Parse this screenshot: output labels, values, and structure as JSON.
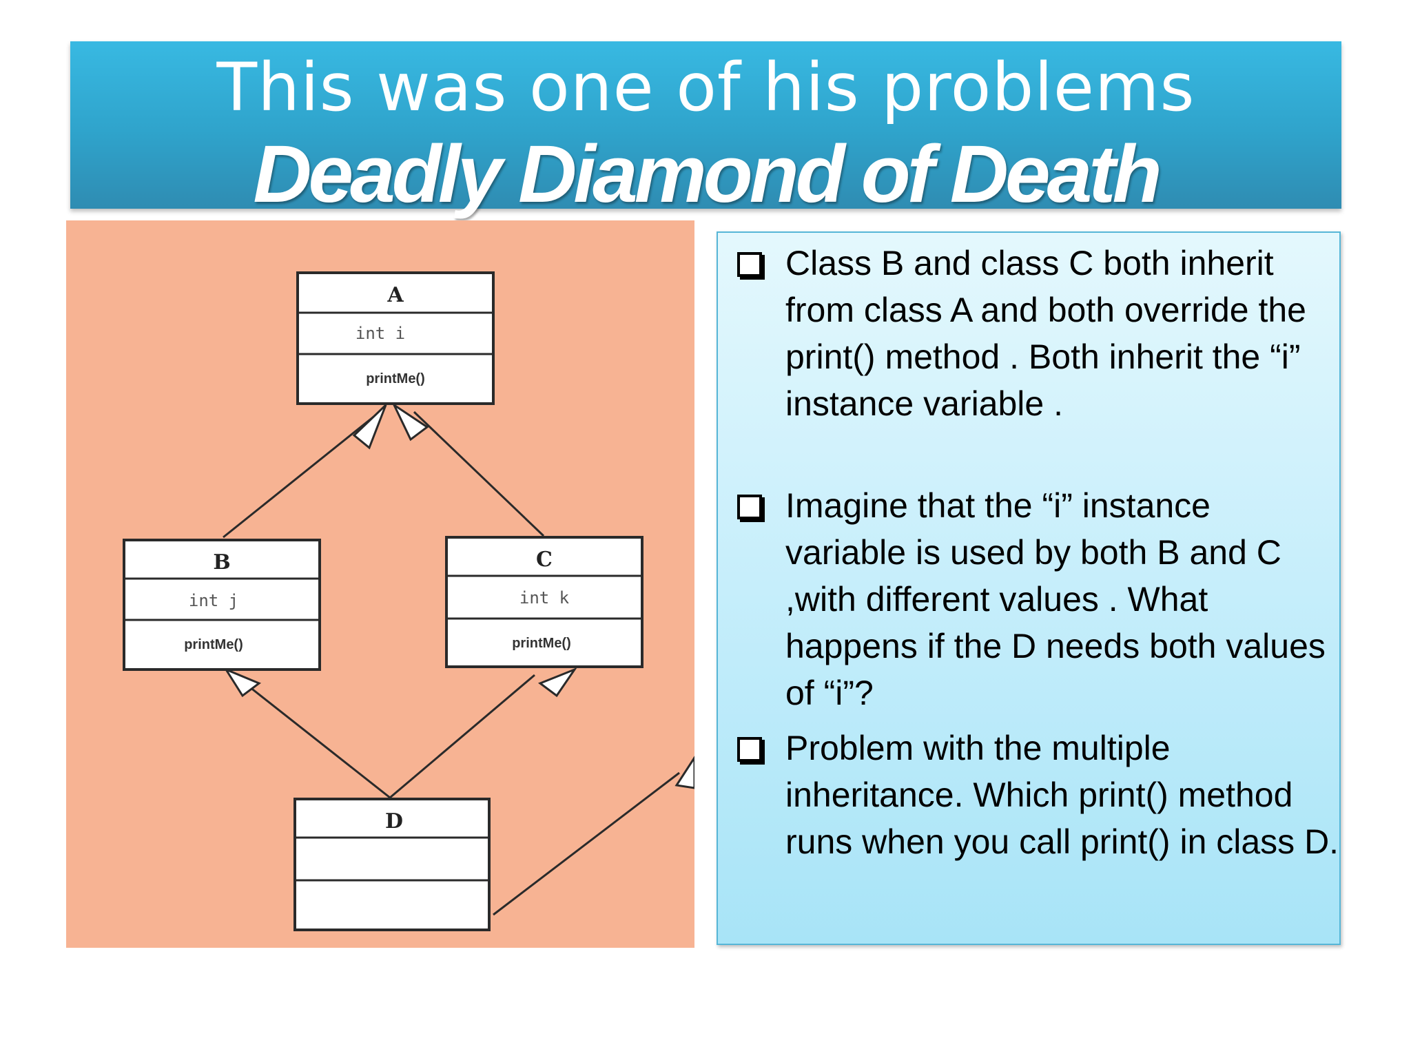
{
  "slide": {
    "title_line1": "This was one of his problems",
    "title_line2": "Deadly Diamond of Death"
  },
  "diagram": {
    "classes": [
      {
        "name": "A",
        "attribute": "int i",
        "method": "printMe()"
      },
      {
        "name": "B",
        "attribute": "int j",
        "method": "printMe()"
      },
      {
        "name": "C",
        "attribute": "int k",
        "method": "printMe()"
      },
      {
        "name": "D",
        "attribute": "",
        "method": ""
      }
    ]
  },
  "bullets": [
    {
      "text": "Class B and class C both inherit from  class A  and both override  the  print() method . Both inherit the “i” instance variable ."
    },
    {
      "text": "Imagine that  the “i” instance variable is used by both B and C ,with different values . What happens if the D needs both values of “i”?"
    },
    {
      "text": "Problem with the  multiple inheritance. Which print() method runs when you call print() in class D."
    }
  ],
  "colors": {
    "header": "#2fa3cb",
    "diagram_background": "#f7b393",
    "textbox_background": "#c6eefb"
  },
  "icons": {
    "bullet": "checkbox-outline-icon"
  }
}
